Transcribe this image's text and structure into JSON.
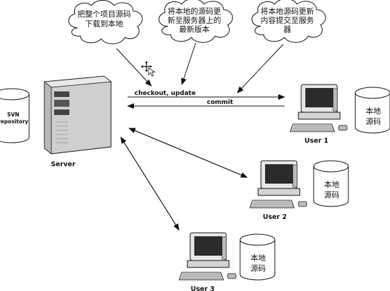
{
  "clouds": [
    {
      "lines": [
        "把整个项目源码",
        "下载到本地"
      ]
    },
    {
      "lines": [
        "将本地的源码更",
        "新至服务器上的",
        "最新版本"
      ]
    },
    {
      "lines": [
        "将本地源码更新",
        "内容提交至服务",
        "器"
      ]
    }
  ],
  "server": {
    "label": "Server"
  },
  "repository": {
    "lines": [
      "SVN",
      "repository"
    ]
  },
  "arrows": {
    "checkout": "checkout, update",
    "commit": "commit"
  },
  "users": [
    {
      "label": "User 1",
      "store": [
        "本地",
        "源码"
      ]
    },
    {
      "label": "User 2",
      "store": [
        "本地",
        "源码"
      ]
    },
    {
      "label": "User 3",
      "store": [
        "本地",
        "源码"
      ]
    }
  ]
}
